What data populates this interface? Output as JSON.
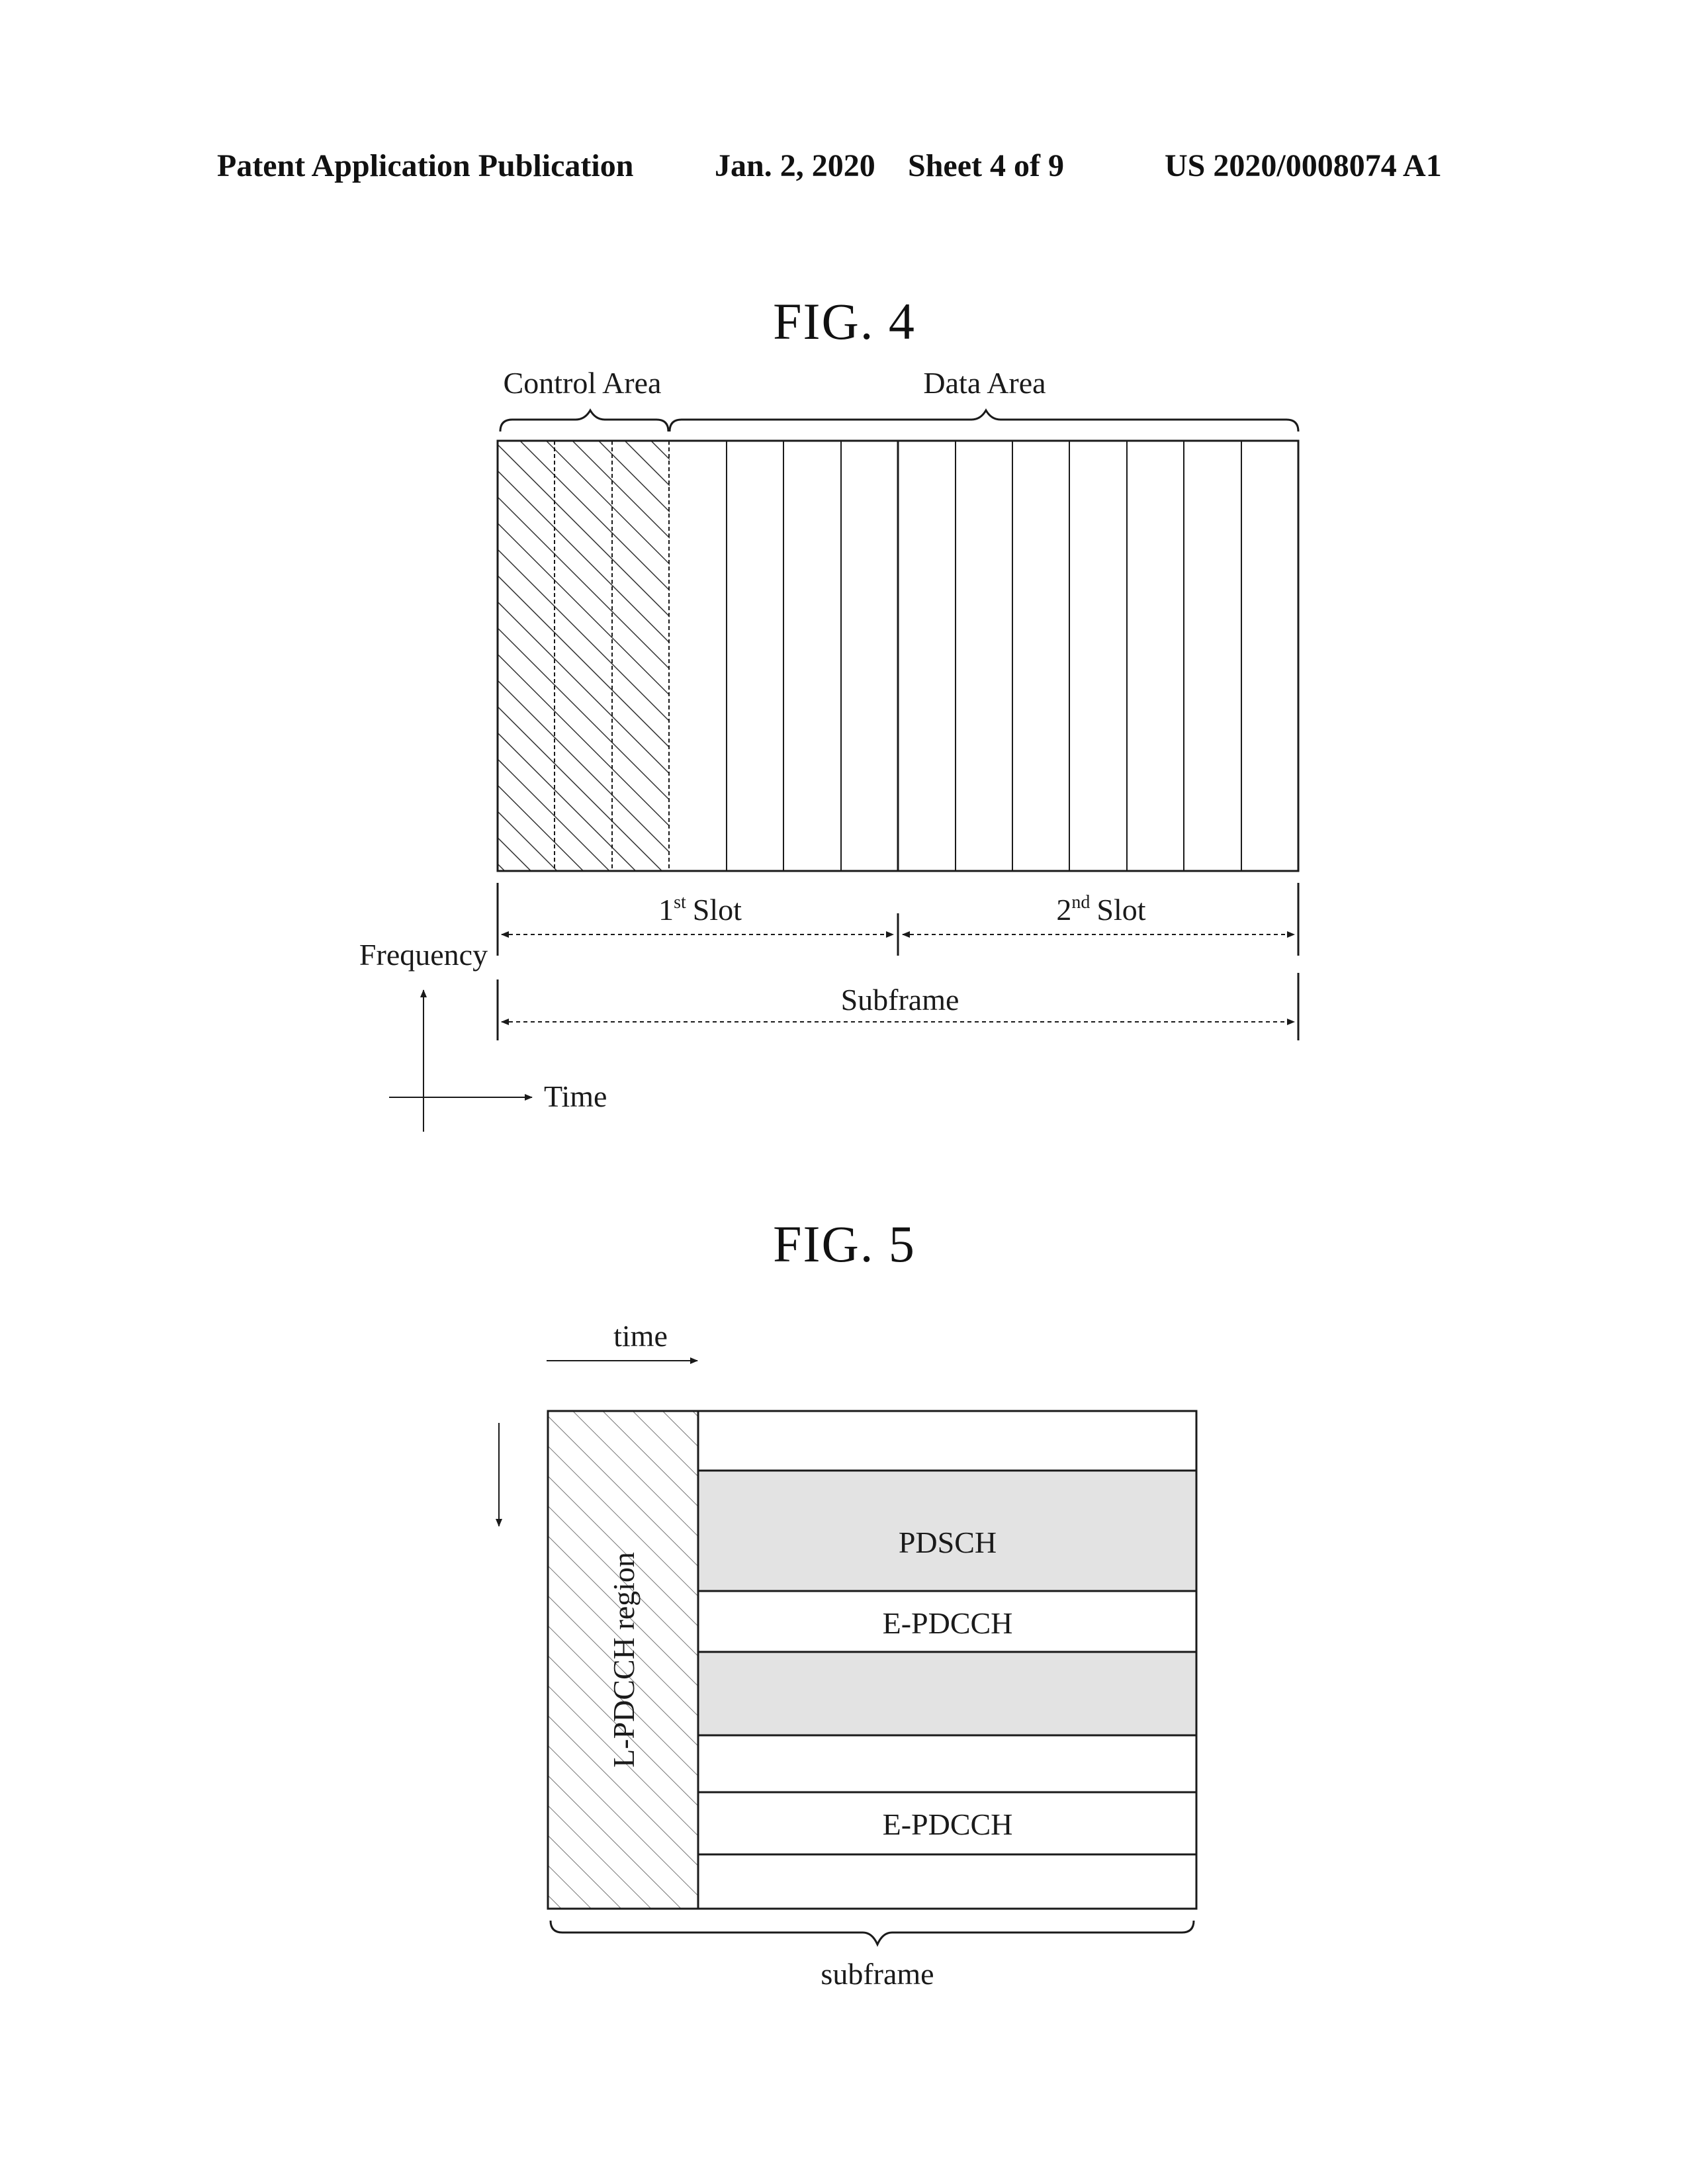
{
  "header": {
    "publication": "Patent Application Publication",
    "date": "Jan. 2, 2020",
    "sheet": "Sheet 4 of 9",
    "number": "US 2020/0008074 A1"
  },
  "fig4": {
    "title": "FIG. 4",
    "control_area_label": "Control Area",
    "data_area_label": "Data Area",
    "slot1": {
      "number": "1",
      "suffix": "st",
      "word": "Slot"
    },
    "slot2": {
      "number": "2",
      "suffix": "nd",
      "word": "Slot"
    },
    "subframe_label": "Subframe",
    "frequency_label": "Frequency",
    "time_label": "Time"
  },
  "fig5": {
    "title": "FIG. 5",
    "time_label": "time",
    "lpdcch_label": "L-PDCCH region",
    "pdsch_label": "PDSCH",
    "epdcch_label_1": "E-PDCCH",
    "epdcch_label_2": "E-PDCCH",
    "subframe_label": "subframe"
  },
  "colors": {
    "ink": "#1a1a1a",
    "pdsch_shade": "#e3e3e3",
    "paper": "#ffffff"
  }
}
